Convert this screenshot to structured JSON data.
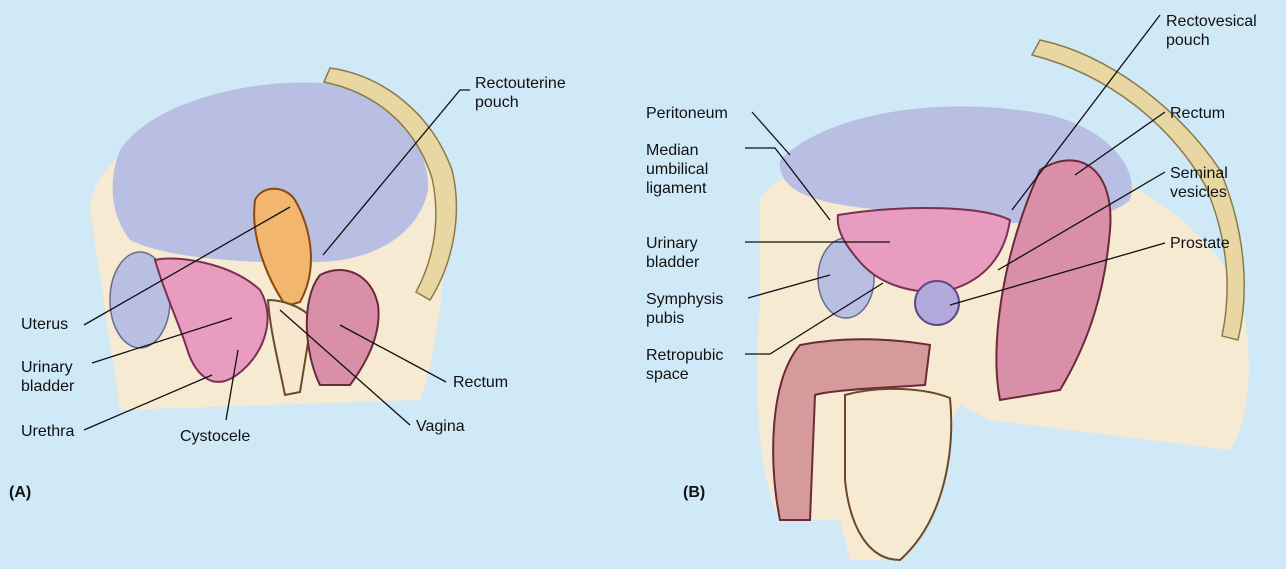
{
  "colors": {
    "background": "#cfe9f7",
    "cavity": "#b9bfe3",
    "tissue": "#f6ead2",
    "bone": "#e8d7a2",
    "bladder": "#e79cc0",
    "rectum": "#d88fa7",
    "uterus": "#f2b66f",
    "prostate": "#b4a9dc",
    "penis": "#d69a9a"
  },
  "panels": {
    "a": {
      "tag": "(A)",
      "labels": {
        "rectouterine_pouch": "Rectouterine\npouch",
        "uterus": "Uterus",
        "urinary_bladder": "Urinary\nbladder",
        "urethra": "Urethra",
        "cystocele": "Cystocele",
        "rectum": "Rectum",
        "vagina": "Vagina"
      }
    },
    "b": {
      "tag": "(B)",
      "labels": {
        "rectovesical_pouch": "Rectovesical\npouch",
        "peritoneum": "Peritoneum",
        "median_umbilical_ligament": "Median\numbilical\nligament",
        "urinary_bladder": "Urinary\nbladder",
        "symphysis_pubis": "Symphysis\npubis",
        "retropubic_space": "Retropubic\nspace",
        "rectum": "Rectum",
        "seminal_vesicles": "Seminal\nvesicles",
        "prostate": "Prostate"
      }
    }
  }
}
